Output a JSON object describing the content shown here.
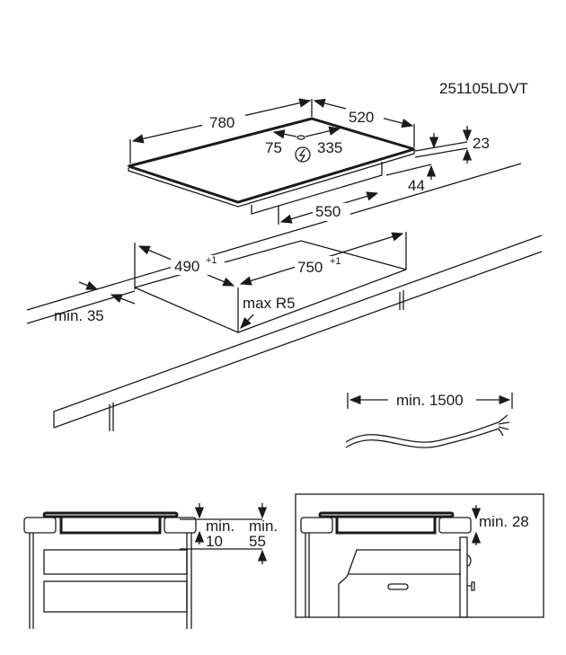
{
  "drawing_code": "251105LDVT",
  "hob_dimensions": {
    "width": "780",
    "depth": "520",
    "conn_left": "75",
    "conn_right": "335",
    "thickness": "23",
    "height_below": "44",
    "box_width": "550"
  },
  "cutout_dimensions": {
    "depth": "490",
    "depth_tol": "+1",
    "width": "750",
    "width_tol": "+1",
    "edge_min": "min. 35",
    "radius": "max R5"
  },
  "cable": {
    "length": "min. 1500"
  },
  "section_drawer": {
    "min_label_a": "min.",
    "value_a": "10",
    "min_label_b": "min.",
    "value_b": "55"
  },
  "section_oven": {
    "label": "min. 28"
  },
  "icons": [
    "electric-connection-icon"
  ],
  "colors": {
    "line": "#1a1a1a",
    "background": "#ffffff"
  }
}
